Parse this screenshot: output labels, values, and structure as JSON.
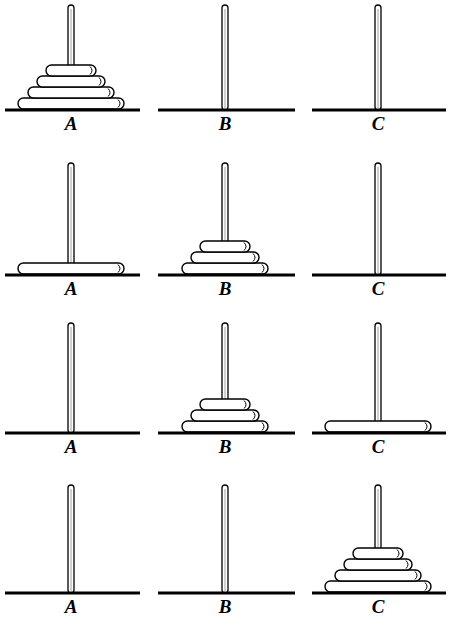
{
  "diagram": {
    "labels": [
      "A",
      "B",
      "C",
      "A",
      "B",
      "C",
      "A",
      "B",
      "C",
      "A",
      "B",
      "C"
    ]
  }
}
